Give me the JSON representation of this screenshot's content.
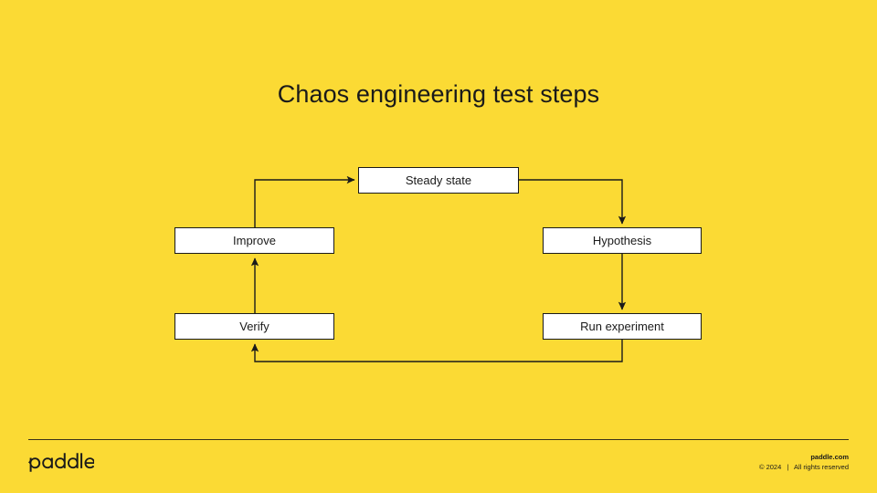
{
  "slide": {
    "title": "Chaos engineering test steps",
    "background_color": "#FBDA34",
    "text_color": "#1A1A1A"
  },
  "diagram": {
    "type": "flowchart",
    "node_fill": "#FFFFFF",
    "node_stroke": "#1A1A1A",
    "nodes": [
      {
        "id": "steady",
        "label": "Steady state"
      },
      {
        "id": "hypothesis",
        "label": "Hypothesis"
      },
      {
        "id": "run",
        "label": "Run experiment"
      },
      {
        "id": "verify",
        "label": "Verify"
      },
      {
        "id": "improve",
        "label": "Improve"
      }
    ],
    "edges": [
      {
        "from": "steady",
        "to": "hypothesis"
      },
      {
        "from": "hypothesis",
        "to": "run"
      },
      {
        "from": "run",
        "to": "verify"
      },
      {
        "from": "verify",
        "to": "improve"
      },
      {
        "from": "improve",
        "to": "steady"
      }
    ]
  },
  "footer": {
    "logo_text": "paddle",
    "site": "paddle.com",
    "copyright": "© 2024",
    "separator": "|",
    "rights": "All rights reserved"
  }
}
